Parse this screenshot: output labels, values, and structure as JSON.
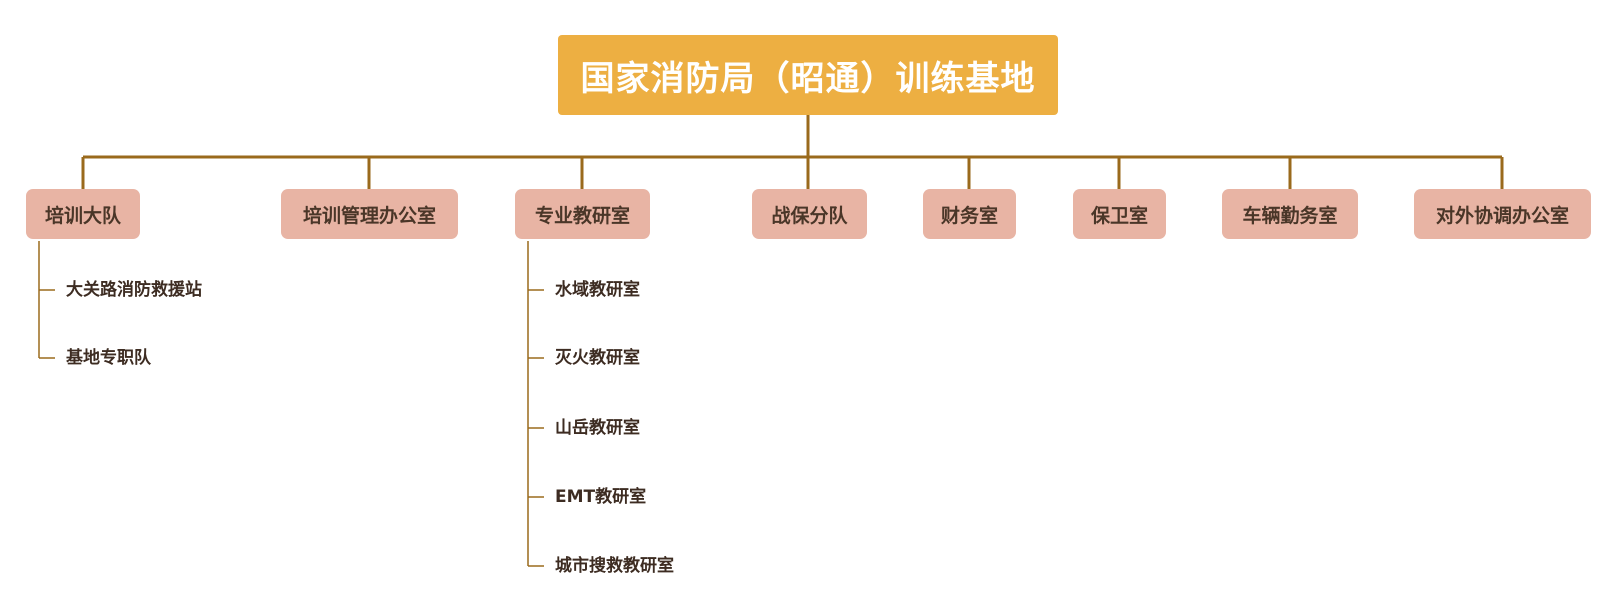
{
  "root": {
    "title": "国家消防局（昭通）训练基地"
  },
  "departments": [
    {
      "label": "培训大队",
      "children": [
        "大关路消防救援站",
        "基地专职队"
      ]
    },
    {
      "label": "培训管理办公室",
      "children": []
    },
    {
      "label": "专业教研室",
      "children": [
        "水域教研室",
        "灭火教研室",
        "山岳教研室",
        "EMT教研室",
        "城市搜救教研室"
      ]
    },
    {
      "label": "战保分队",
      "children": []
    },
    {
      "label": "财务室",
      "children": []
    },
    {
      "label": "保卫室",
      "children": []
    },
    {
      "label": "车辆勤务室",
      "children": []
    },
    {
      "label": "对外协调办公室",
      "children": []
    }
  ],
  "colors": {
    "root_fill": "#EDAF42",
    "dept_fill": "#E8B4A4",
    "connector": "#9A6A1C",
    "text_dark": "#3d2c22"
  }
}
